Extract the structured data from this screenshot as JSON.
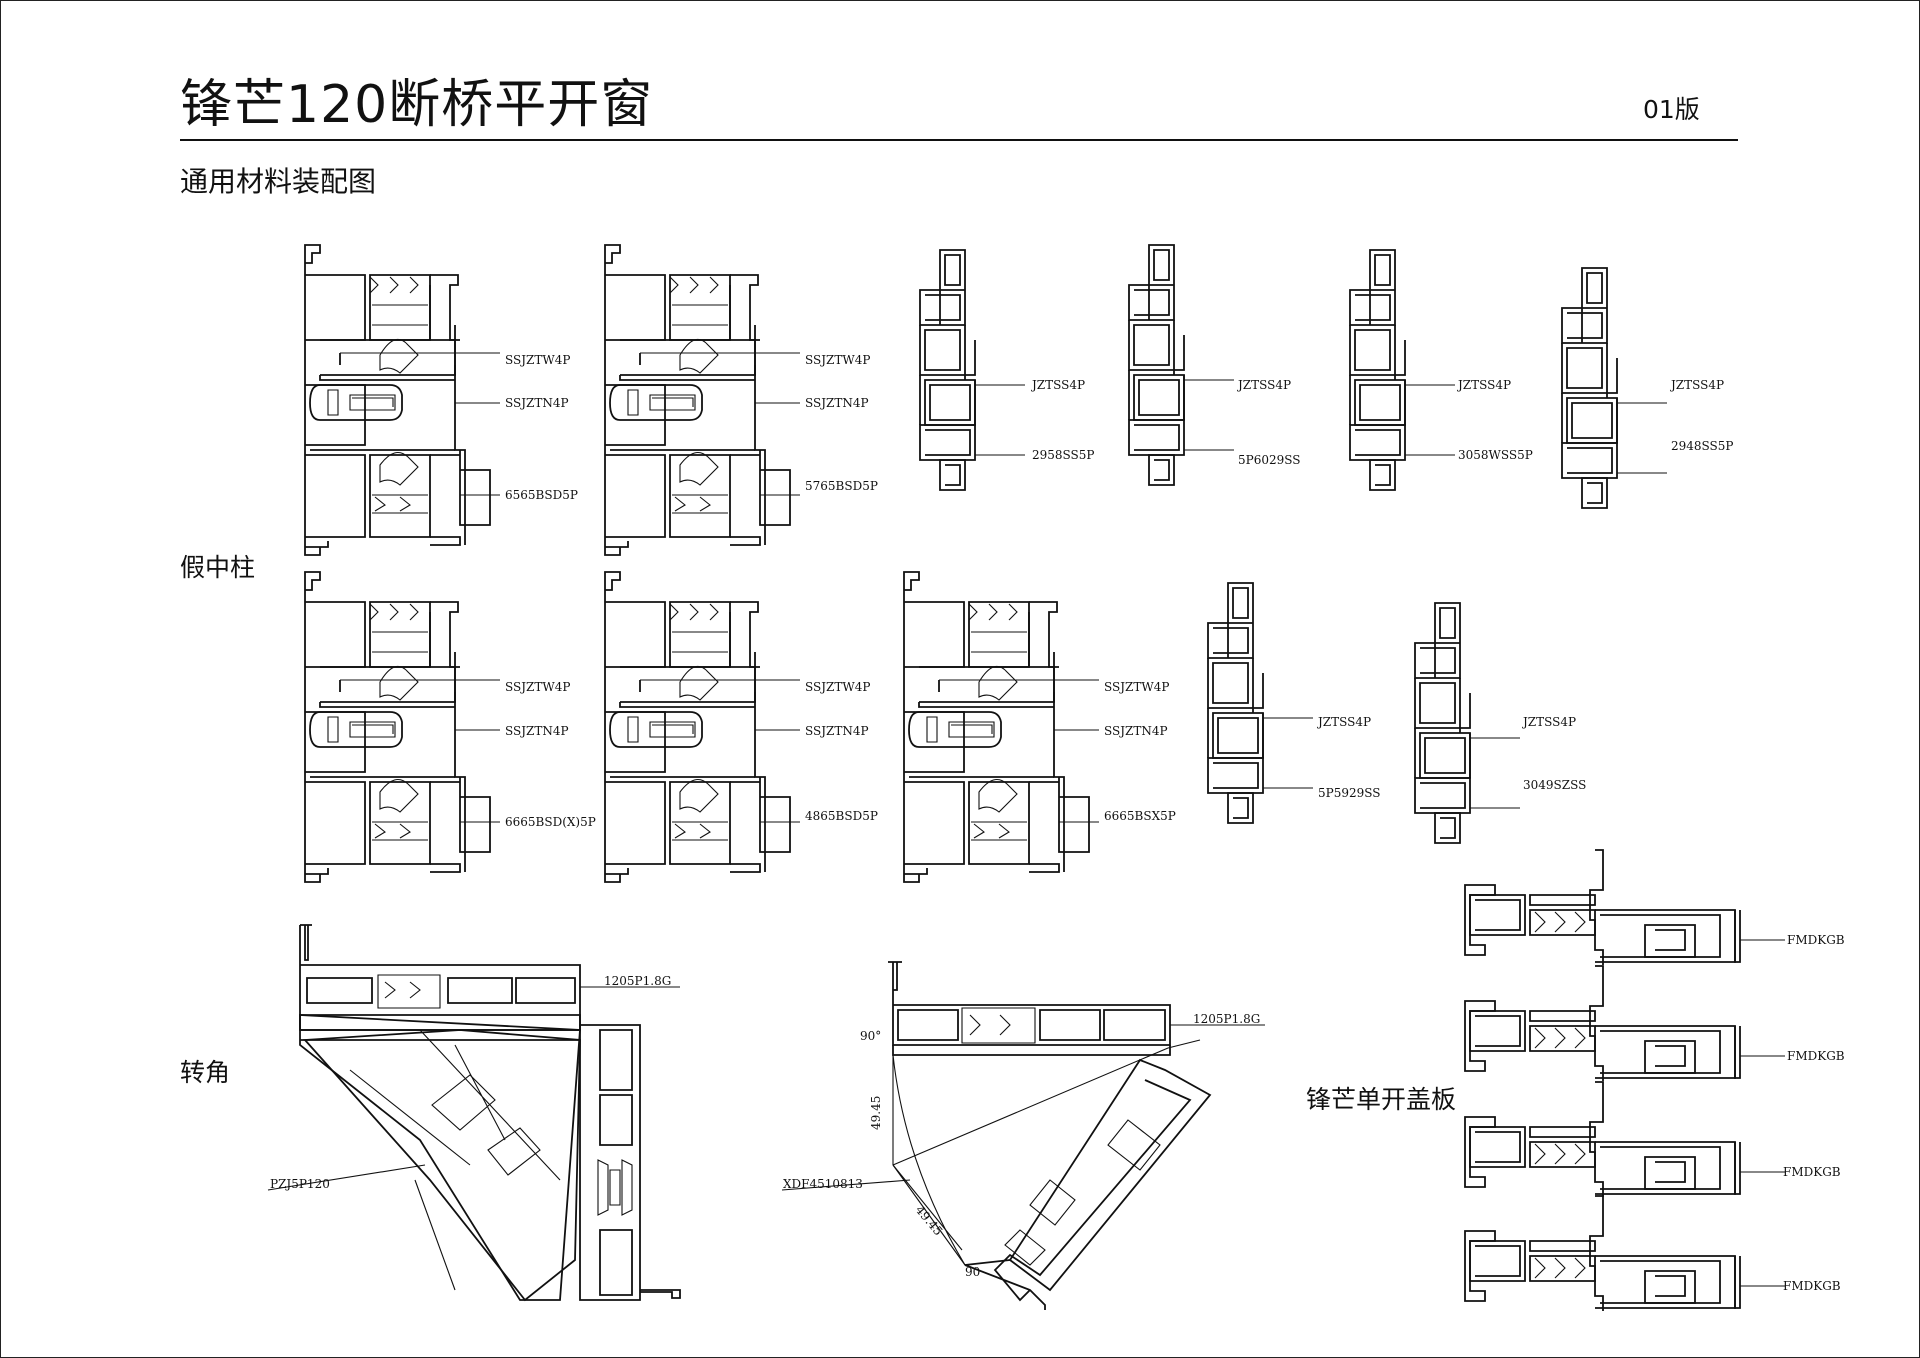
{
  "header": {
    "title": "锋芒120断桥平开窗",
    "edition": "01版",
    "subtitle": "通用材料装配图"
  },
  "sections": {
    "mullion": "假中柱",
    "corner": "转角",
    "cover": "锋芒单开盖板"
  },
  "row1": [
    {
      "labels": [
        "SSJZTW4P",
        "SSJZTN4P",
        "6565BSD5P"
      ]
    },
    {
      "labels": [
        "SSJZTW4P",
        "SSJZTN4P",
        "5765BSD5P"
      ]
    },
    {
      "labels": [
        "JZTSS4P",
        "2958SS5P"
      ]
    },
    {
      "labels": [
        "JZTSS4P",
        "5P6029SS"
      ]
    },
    {
      "labels": [
        "JZTSS4P",
        "3058WSS5P"
      ]
    },
    {
      "labels": [
        "JZTSS4P",
        "2948SS5P"
      ]
    }
  ],
  "row2": [
    {
      "labels": [
        "SSJZTW4P",
        "SSJZTN4P",
        "6665BSD(X)5P"
      ]
    },
    {
      "labels": [
        "SSJZTW4P",
        "SSJZTN4P",
        "4865BSD5P"
      ]
    },
    {
      "labels": [
        "SSJZTW4P",
        "SSJZTN4P",
        "6665BSX5P"
      ]
    },
    {
      "labels": [
        "JZTSS4P",
        "5P5929SS"
      ]
    },
    {
      "labels": [
        "JZTSS4P",
        "3049SZSS"
      ]
    }
  ],
  "corner1": {
    "labels": [
      "1205P1.8G",
      "PZJ5P120"
    ]
  },
  "corner2": {
    "labels": [
      "1205P1.8G",
      "XDF4510813",
      "90°",
      "49.45",
      "49.45",
      "90"
    ]
  },
  "cover_plates": {
    "labels": [
      "FMDKGB",
      "FMDKGB",
      "FMDKGB",
      "FMDKGB"
    ]
  }
}
